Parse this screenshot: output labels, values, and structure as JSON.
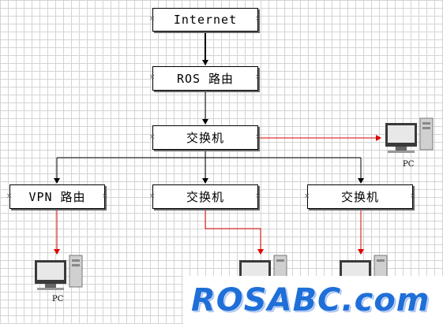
{
  "diagram": {
    "nodes": {
      "internet": "Internet",
      "ros_router": "ROS 路由",
      "switch_main": "交换机",
      "vpn_router": "VPN 路由",
      "switch_mid": "交换机",
      "switch_right": "交换机"
    },
    "pc_labels": {
      "pc_top": "PC",
      "pc_bottom_left": "PC"
    },
    "watermark": "ROSABC.com"
  },
  "colors": {
    "connector_black": "#000000",
    "connector_red": "#dd0000",
    "watermark_blue": "#1f6fd8"
  }
}
